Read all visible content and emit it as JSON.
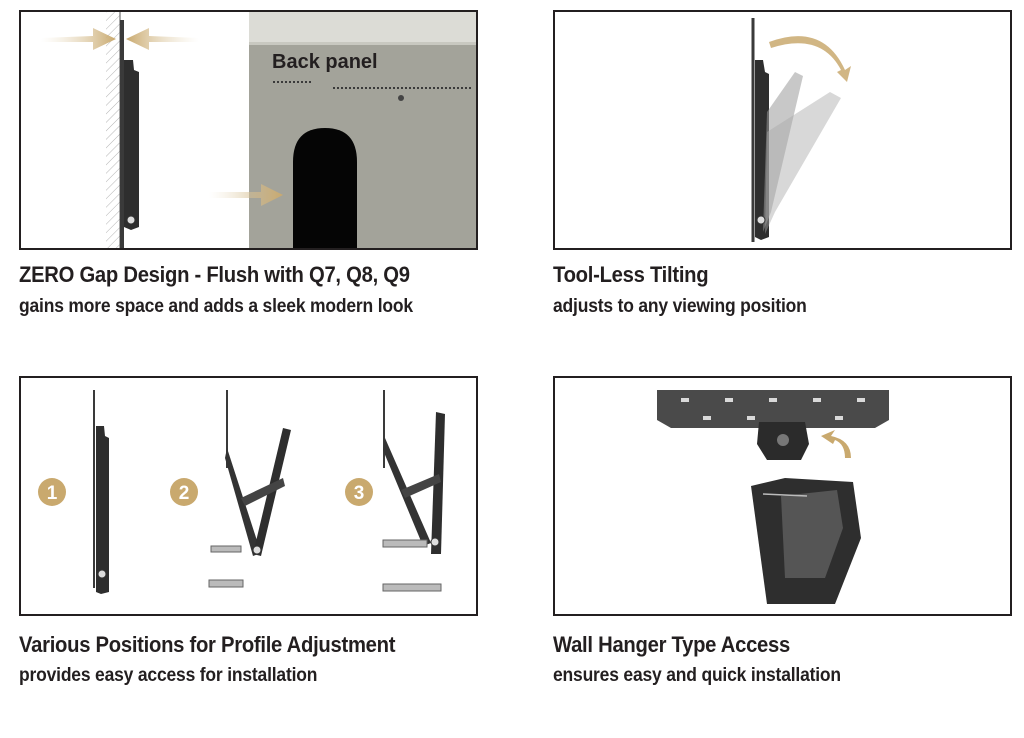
{
  "colors": {
    "accent": "#c9a96e",
    "frame": "#231f20",
    "panel_grey": "#a3a39a"
  },
  "features": [
    {
      "title": "ZERO Gap Design - Flush with Q7, Q8, Q9",
      "subtitle": "gains more space and adds a sleek modern look",
      "label": "Back panel"
    },
    {
      "title": "Tool-Less Tilting",
      "subtitle": "adjusts to any viewing position"
    },
    {
      "title": "Various Positions for Profile Adjustment",
      "subtitle": "provides easy access for installation",
      "steps": [
        "1",
        "2",
        "3"
      ]
    },
    {
      "title": "Wall Hanger Type Access",
      "subtitle": "ensures easy and quick installation"
    }
  ]
}
